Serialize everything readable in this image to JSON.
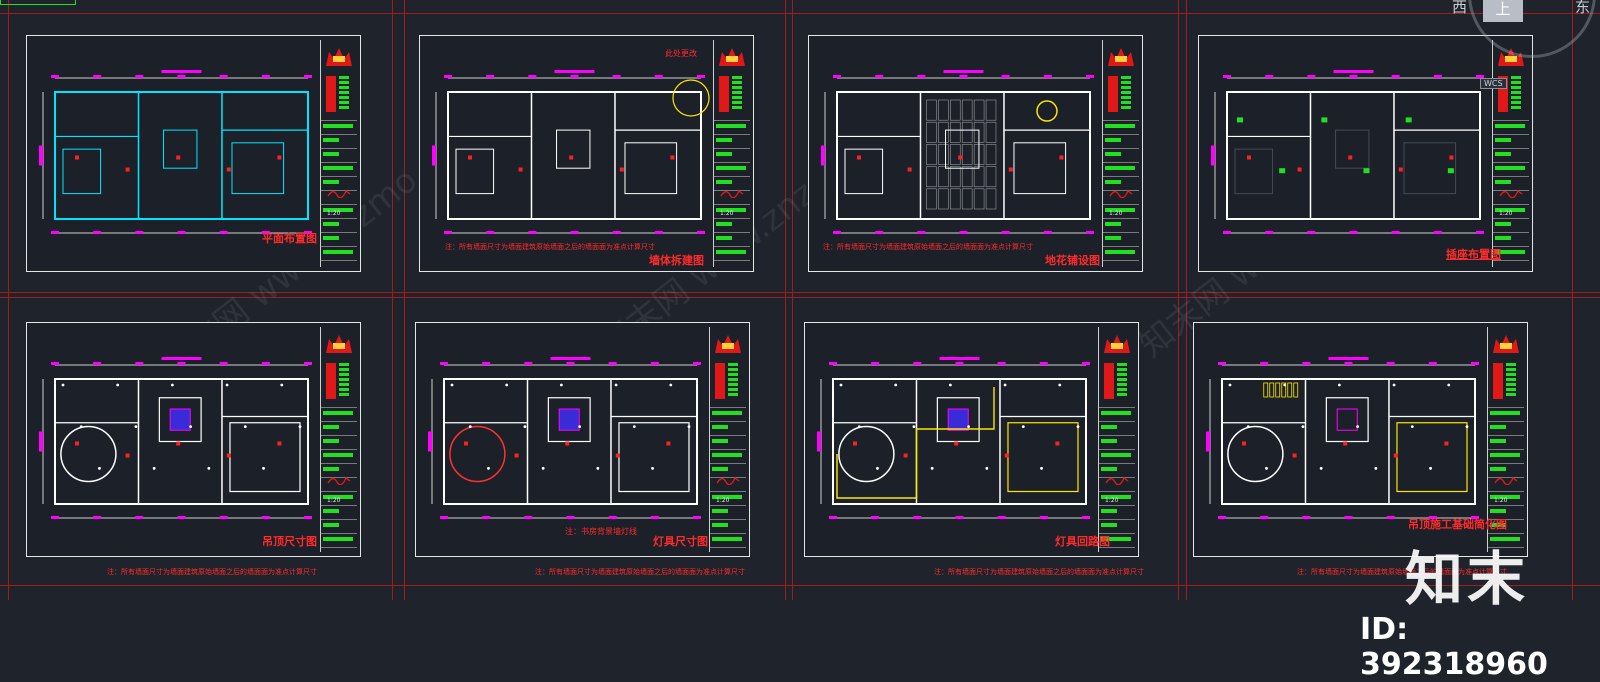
{
  "sheets": [
    {
      "title": "平面布置图",
      "note": "",
      "underline": false
    },
    {
      "title": "墙体拆建图",
      "note": "注：所有墙面尺寸为墙面建筑原始墙面之后的墙面面为准点计算尺寸",
      "underline": false,
      "callout": "此处更改"
    },
    {
      "title": "地花铺设图",
      "note": "注：所有墙面尺寸为墙面建筑原始墙面之后的墙面面为准点计算尺寸",
      "underline": false
    },
    {
      "title": "插座布置图",
      "note": "",
      "underline": true
    },
    {
      "title": "吊顶尺寸图",
      "note": "注：所有墙面尺寸为墙面建筑原始墙面之后的墙面面为准点计算尺寸",
      "underline": false
    },
    {
      "title": "灯具尺寸图",
      "note": "注：所有墙面尺寸为墙面建筑原始墙面之后的墙面面为准点计算尺寸",
      "underline": false,
      "center_note": "注：书房背景墙灯线"
    },
    {
      "title": "灯具回路图",
      "note": "注：所有墙面尺寸为墙面建筑原始墙面之后的墙面面为准点计算尺寸",
      "underline": false
    },
    {
      "title": "吊顶施工基础简化图",
      "note": "注：所有墙面尺寸为墙面建筑原始墙面之后的墙面面为准点计算尺寸",
      "underline": false
    }
  ],
  "scale_label": "1:20",
  "viewcube": {
    "west": "西",
    "top": "上",
    "east": "东",
    "wcs": "WCS"
  },
  "watermark": "知末网 www.znzmo.com",
  "brand": {
    "name": "知末",
    "id": "ID: 392318960"
  },
  "colors": {
    "background": "#1f242c",
    "red": "#ff2a2a",
    "green": "#21e021",
    "magenta": "#ff00ff",
    "cyan": "#00e5ff",
    "yellow": "#ffe600"
  }
}
